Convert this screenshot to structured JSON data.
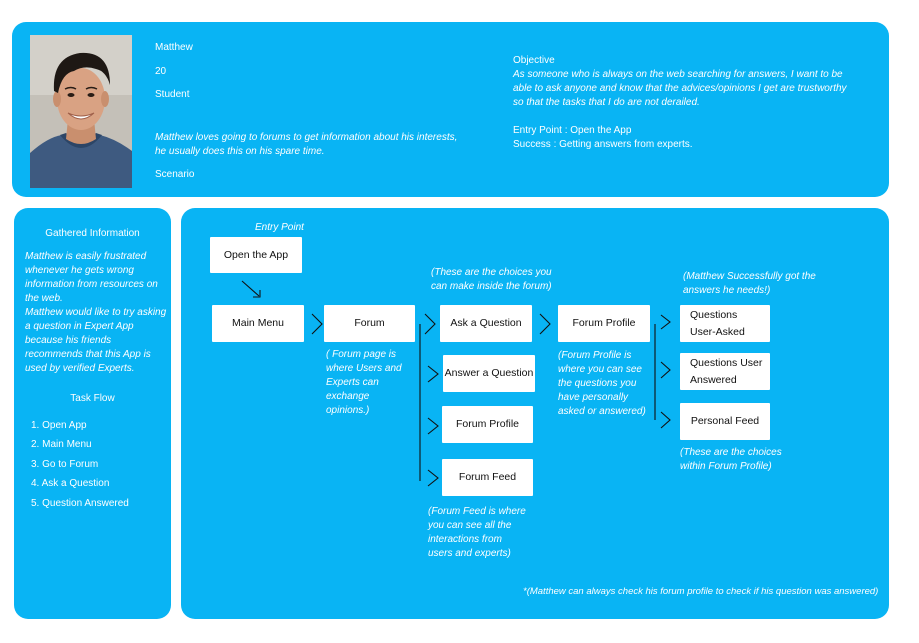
{
  "persona": {
    "name": "Matthew",
    "age": "20",
    "occupation": "Student",
    "bio": "Matthew loves going to forums to get information about his interests, he usually does this on his spare time.",
    "scenario_label": "Scenario",
    "objective_title": "Objective",
    "objective_text": "As someone who is always on the web searching for answers, I want to be able to ask anyone and know that the advices/opinions I get are trustworthy so that the tasks that I do are not derailed.",
    "entry_point": "Entry Point : Open the App",
    "success": "Success : Getting answers from experts."
  },
  "gathered": {
    "title": "Gathered Information",
    "para1": "Matthew is easily frustrated whenever he gets wrong information from resources on the web.",
    "para2": "Matthew would like to try asking a question in Expert App because his friends recommends that this App is used by verified Experts.",
    "task_flow_title": "Task Flow",
    "steps": [
      "1. Open App",
      "2. Main Menu",
      "3. Go to Forum",
      "4. Ask a Question",
      "5. Question Answered"
    ]
  },
  "flow": {
    "entry_label": "Entry Point",
    "open_app": "Open the App",
    "main_menu": "Main Menu",
    "forum": "Forum",
    "forum_note": "( Forum page is where Users and Experts can exchange opinions.)",
    "choices_note": "(These are the choices you can make inside the forum)",
    "ask_question": "Ask a Question",
    "answer_question": "Answer a Question",
    "forum_profile_opt": "Forum Profile",
    "forum_feed": "Forum Feed",
    "feed_note": "(Forum Feed is where you can see all the interactions from users and experts)",
    "forum_profile": "Forum Profile",
    "profile_note": "(Forum Profile is where you can see the questions you have personally asked or answered)",
    "success_note": "(Matthew Successfully got the answers he needs!)",
    "questions_asked": "Questions User-Asked",
    "questions_answered": "Questions User Answered",
    "personal_feed": "Personal Feed",
    "within_note": "(These are the choices within Forum Profile)",
    "footnote": "*(Matthew can always check his forum profile to check if his question was answered)"
  },
  "colors": {
    "panel": "#09b4f4",
    "box": "#ffffff",
    "box_text": "#111111"
  }
}
